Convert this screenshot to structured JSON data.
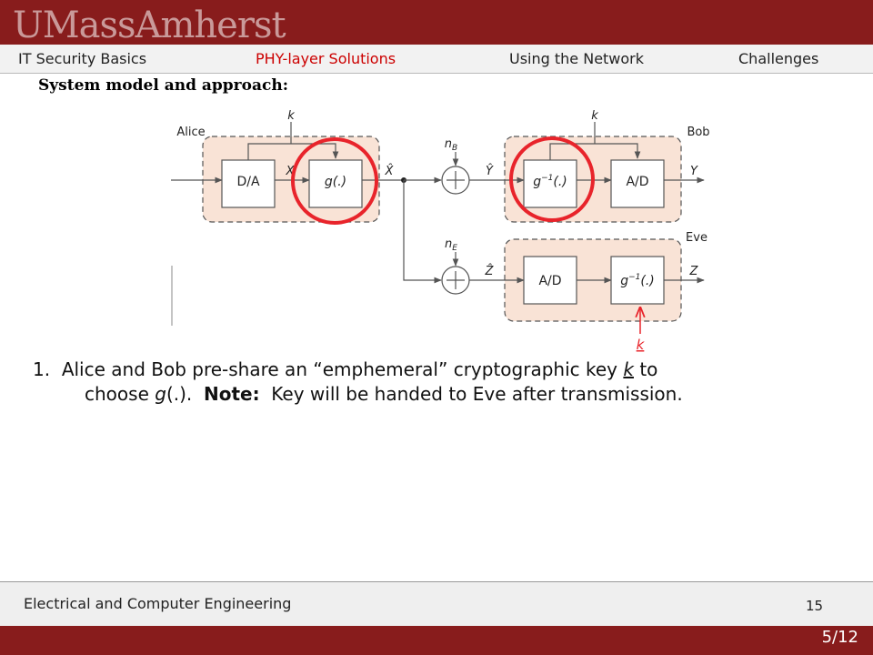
{
  "header": {
    "logo_text": "UMassAmherst",
    "nav": [
      "IT Security Basics",
      "PHY-layer Solutions",
      "Using the Network",
      "Challenges"
    ],
    "active_index": 1
  },
  "slide": {
    "heading": "System model and approach:",
    "diagram": {
      "alice": "Alice",
      "bob": "Bob",
      "eve": "Eve",
      "k": "k",
      "da": "D/A",
      "ad": "A/D",
      "g": "g(.)",
      "ginv": "g",
      "ginv_sup": "−1",
      "ginv_tail": "(.)",
      "x": "X",
      "xhat": "X̂",
      "yhat": "Ŷ",
      "y": "Y",
      "zhat": "Ẑ",
      "z": "Z",
      "n": "n",
      "nb_sub": "B",
      "ne_sub": "E",
      "k_eve": "k"
    },
    "bullet": {
      "number": "1.",
      "text_a": "Alice and Bob pre-share an “emphemeral” cryptographic key ",
      "k": "k",
      "text_b": " to",
      "line2_a": "choose ",
      "g": "g",
      "line2_b": "(.).  ",
      "note": "Note:",
      "line2_c": "  Key will be handed to Eve after transmission."
    }
  },
  "footer": {
    "department": "Electrical and Computer Engineering",
    "page": "15",
    "slide_count": "5/12"
  },
  "colors": {
    "maroon": "#881c1c",
    "active_nav": "#cc0000",
    "annotation_red": "#e8242b",
    "box_fill": "#f9e3d6"
  }
}
